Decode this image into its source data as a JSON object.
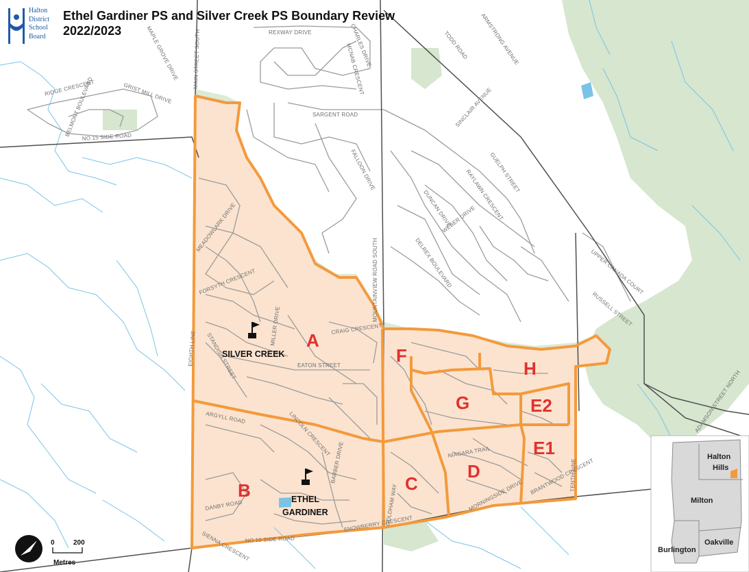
{
  "title": {
    "line1": "Ethel Gardiner PS and Silver Creek PS Boundary Review",
    "line2": "2022/2023"
  },
  "logo": {
    "line1": "Halton",
    "line2": "District",
    "line3": "School",
    "line4": "Board"
  },
  "areas": [
    "A",
    "B",
    "C",
    "D",
    "E1",
    "E2",
    "F",
    "G",
    "H"
  ],
  "schools": {
    "silver_creek": "SILVER CREEK",
    "ethel_line1": "ETHEL",
    "ethel_line2": "GARDINER"
  },
  "streets": {
    "maple_grove": "MAPLE GROVE DRIVE",
    "main_street_south": "MAIN STREET SOUTH",
    "rexway": "REXWAY DRIVE",
    "charles": "CHARLES DRIVE",
    "mcnab": "MCNAB CRESCENT",
    "todd": "TODD ROAD",
    "armstrong": "ARMSTRONG AVENUE",
    "ridge": "RIDGE CRESCENT",
    "grist_mill": "GRIST MILL DRIVE",
    "belmont": "BELMONT BOULEVARD",
    "no15": "NO 15 SIDE ROAD",
    "sargent": "SARGENT ROAD",
    "sinclair": "SINCLAIR AVENUE",
    "guelph": "GUELPH STREET",
    "falloon": "FALLOON DRIVE",
    "raylawn": "RAYLAWN CRESCENT",
    "duncan": "DUNCAN DRIVE",
    "weber": "WEBER DRIVE",
    "delrex": "DELREX BOULEVARD",
    "meadowlark": "MEADOWLARK DRIVE",
    "forsyth": "FORSYTH CRESCENT",
    "eighth_line": "EIGHTH LINE",
    "standish": "STANDISH STREET",
    "miller": "MILLER DRIVE",
    "craig": "CRAIG CRESCENT",
    "mountainview": "MOUNTAINVIEW ROAD SOUTH",
    "eaton": "EATON STREET",
    "argyll": "ARGYLL ROAD",
    "lincoln": "LINCOLN CRESCENT",
    "upper_canada": "UPPER CANADA COURT",
    "russell": "RUSSELL STREET",
    "adamson": "ADAMSON STREET NORTH",
    "danby": "DANBY ROAD",
    "barber": "BARBER DRIVE",
    "goldham": "GOLDHAM WAY",
    "snowberry": "SNOWBERRY CRESCENT",
    "niagara": "NIAGARA TRAIL",
    "morningside": "MORNINGSIDE DRIVE",
    "brantwood": "BRANTWOOD CRESCENT",
    "tenth_line": "TENTH LINE",
    "no10": "NO 10 SIDE ROAD",
    "sienna": "SIENNA CRESCENT"
  },
  "scale_bar": {
    "min": "0",
    "max": "200",
    "unit": "Metres"
  },
  "inset": {
    "halton": "Halton",
    "hills": "Hills",
    "milton": "Milton",
    "oakville": "Oakville",
    "burlington": "Burlington"
  },
  "colors": {
    "boundary": "#f39a3c",
    "study_area_fill": "#fbe3cf",
    "green_space": "#d6e6cf",
    "water": "#7ac3e6",
    "area_label": "#e0312f",
    "logo_blue": "#1f5aa6"
  }
}
